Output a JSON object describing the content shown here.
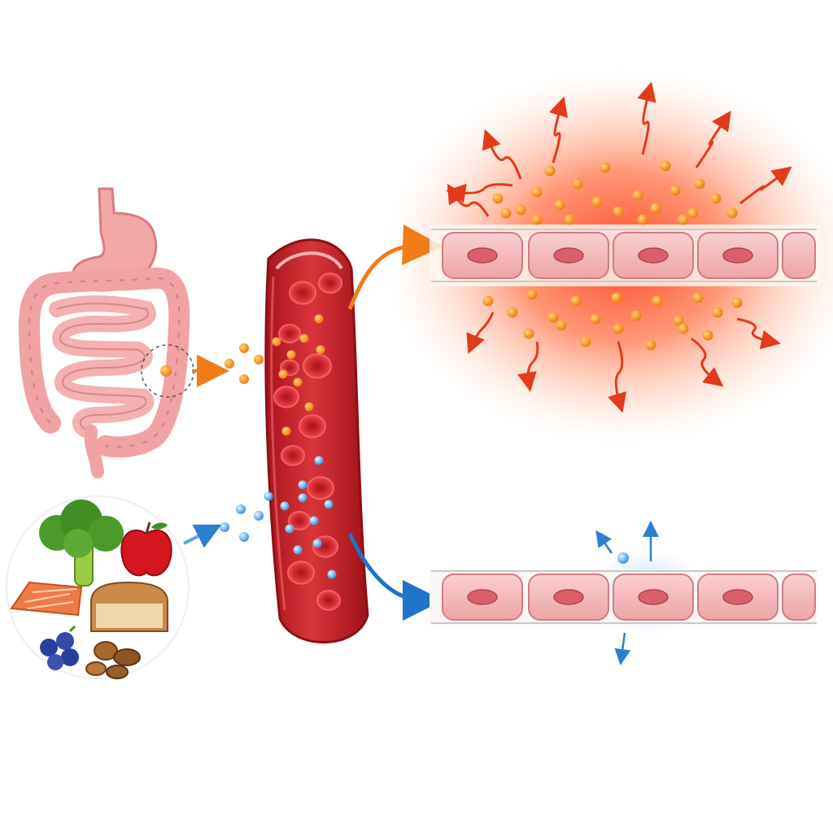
{
  "colors": {
    "background": "#ffffff",
    "gut_pink": "#f2a7a8",
    "gut_outline": "#d97c80",
    "blood_vessel": "#c9262b",
    "red_cell": "#d42a2f",
    "inflammatory_particle": "#f08a1c",
    "inflammation_glow": "#ff5a2a",
    "inflammation_arrow": "#e8421f",
    "healthy_particle": "#5aa6e0",
    "healthy_arrow": "#1f73c8",
    "cell_fill": "#f4b6b8",
    "cell_nucleus": "#d9606a"
  },
  "icons": [
    "stomach-icon",
    "intestines-icon",
    "broccoli-icon",
    "apple-icon",
    "salmon-icon",
    "bread-icon",
    "blueberries-icon",
    "nuts-icon",
    "blood-vessel-icon",
    "red-blood-cell-icon"
  ],
  "pathways": [
    {
      "kind": "inflammatory",
      "color": "#f08a1c",
      "target": "inflamed-tissue"
    },
    {
      "kind": "healthy",
      "color": "#5aa6e0",
      "target": "healthy-tissue"
    }
  ]
}
